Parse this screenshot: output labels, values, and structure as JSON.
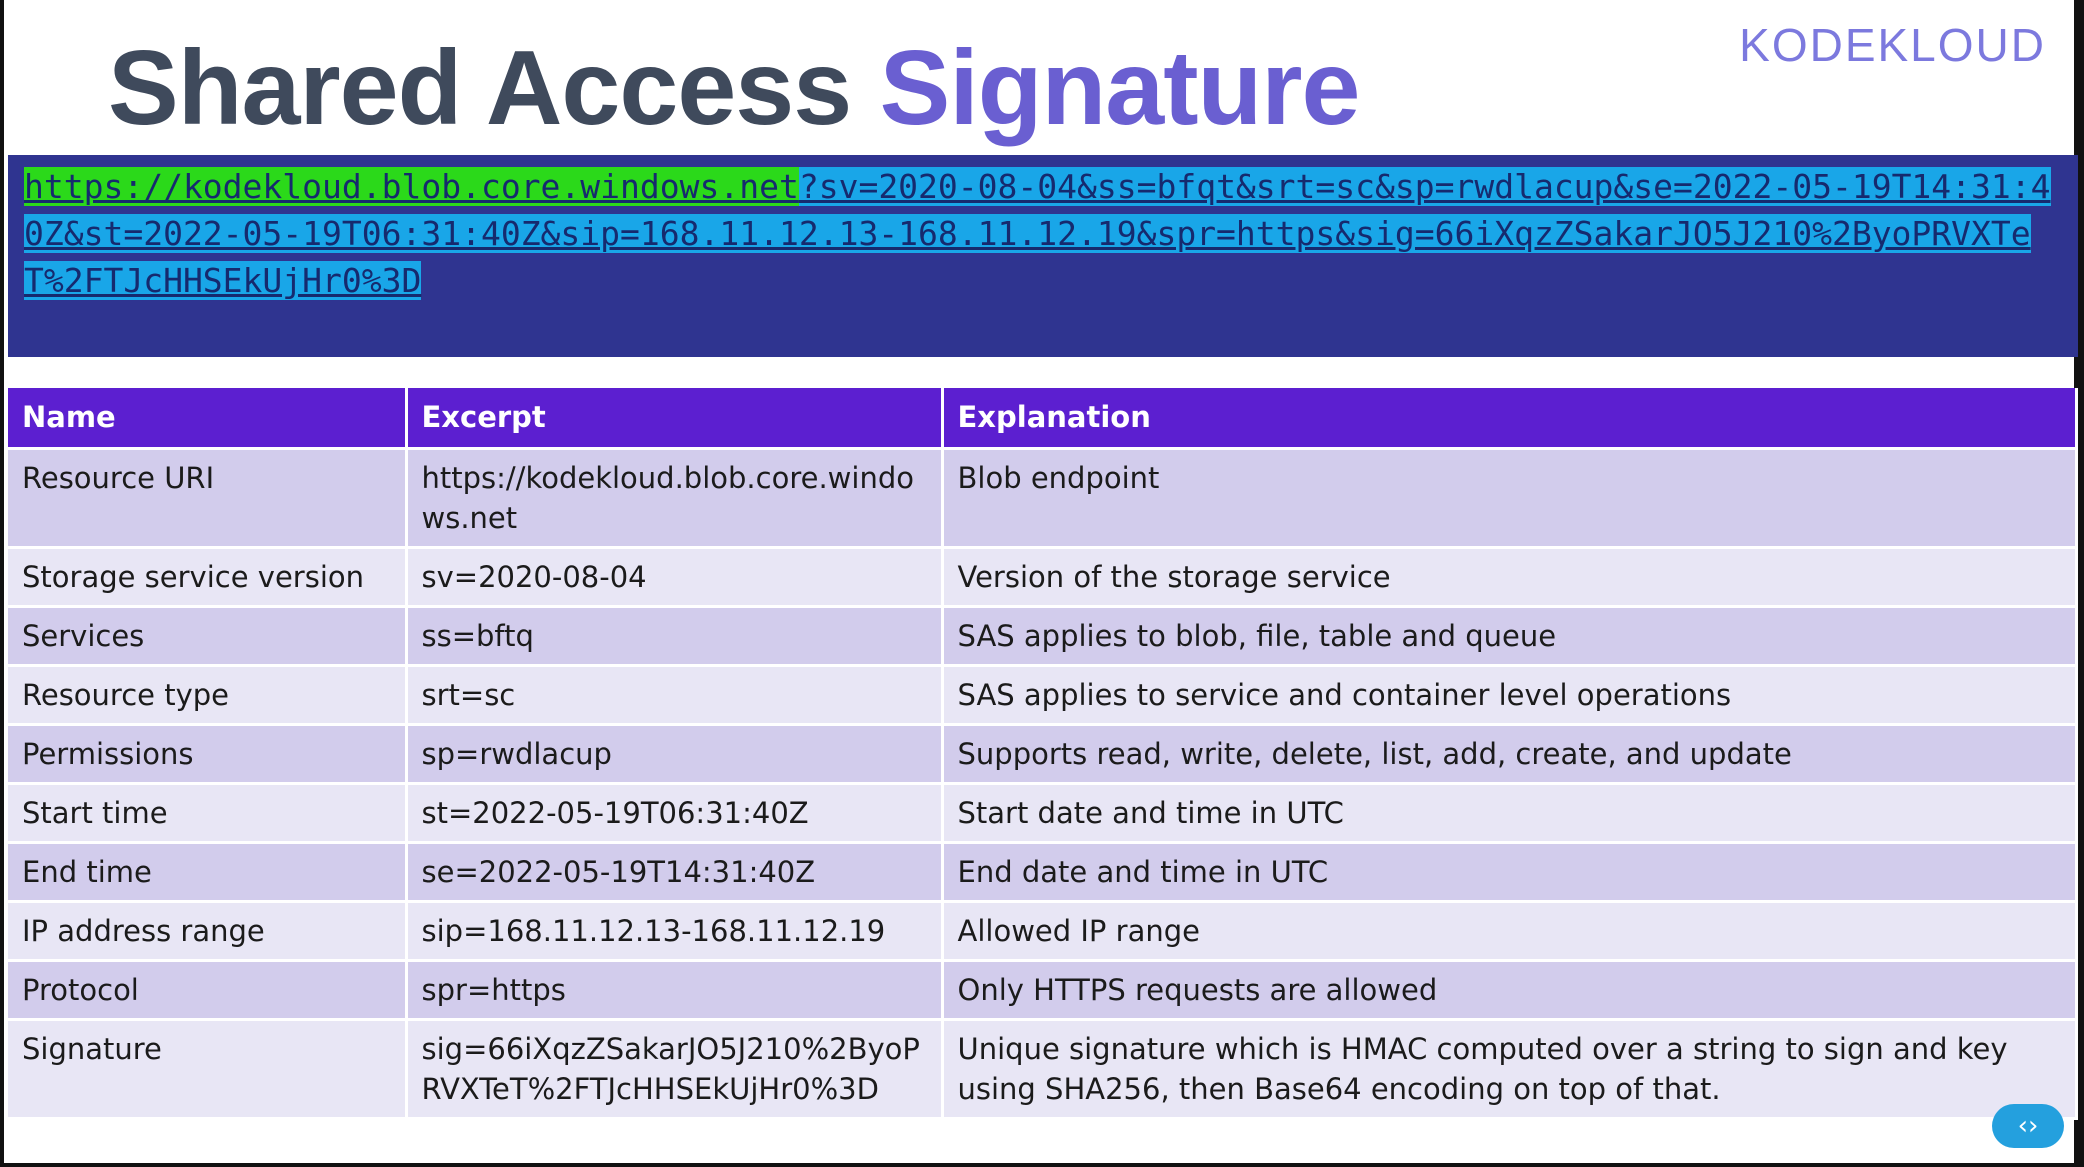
{
  "title": {
    "main": "Shared Access",
    "accent": "Signature"
  },
  "logo": {
    "text": "KODEKLOUD"
  },
  "url": {
    "host": "https://kodekloud.blob.core.windows.net",
    "query": "?sv=2020-08-04&ss=bfqt&srt=sc&sp=rwdlacup&se=2022-05-19T14:31:40Z&st=2022-05-19T06:31:40Z&sip=168.11.12.13-168.11.12.19&spr=https&sig=66iXqzZSakarJO5J210%2ByoPRVXTeT%2FTJcHHSEkUjHr0%3D"
  },
  "table": {
    "headers": [
      "Name",
      "Excerpt",
      "Explanation"
    ],
    "rows": [
      {
        "name": "Resource URI",
        "excerpt": "https://kodekloud.blob.core.windows.net",
        "explanation": "Blob endpoint"
      },
      {
        "name": "Storage service version",
        "excerpt": "sv=2020-08-04",
        "explanation": "Version of the storage service"
      },
      {
        "name": "Services",
        "excerpt": "ss=bftq",
        "explanation": "SAS applies to blob, file, table and queue"
      },
      {
        "name": "Resource type",
        "excerpt": "srt=sc",
        "explanation": "SAS applies to service and container level operations"
      },
      {
        "name": "Permissions",
        "excerpt": "sp=rwdlacup",
        "explanation": "Supports read, write, delete, list, add, create, and update"
      },
      {
        "name": "Start time",
        "excerpt": "st=2022-05-19T06:31:40Z",
        "explanation": "Start date and time in UTC"
      },
      {
        "name": "End time",
        "excerpt": "se=2022-05-19T14:31:40Z",
        "explanation": "End date and time in UTC"
      },
      {
        "name": "IP address range",
        "excerpt": "sip=168.11.12.13-168.11.12.19",
        "explanation": "Allowed IP range"
      },
      {
        "name": "Protocol",
        "excerpt": "spr=https",
        "explanation": "Only HTTPS requests are allowed"
      },
      {
        "name": "Signature",
        "excerpt": "sig=66iXqzZSakarJO5J210%2ByoPRVXTeT%2FTJcHHSEkUjHr0%3D",
        "explanation": "Unique signature which is HMAC computed over a string to sign and key using SHA256, then Base64 encoding on top of that."
      }
    ]
  },
  "badge": {
    "icon": "code-icon",
    "glyph": "‹›"
  }
}
